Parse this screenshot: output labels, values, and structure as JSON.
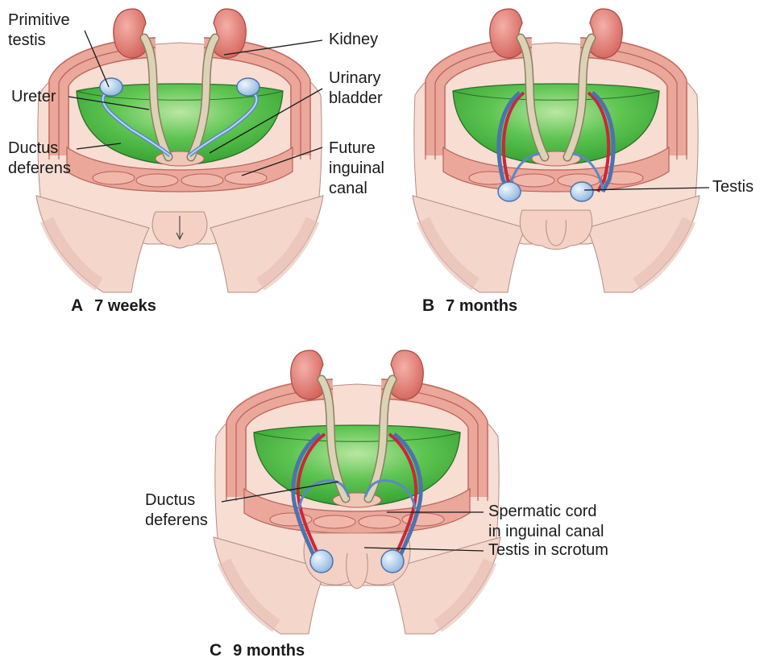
{
  "panels": [
    {
      "letter": "A",
      "caption": "7 weeks"
    },
    {
      "letter": "B",
      "caption": "7 months"
    },
    {
      "letter": "C",
      "caption": "9 months"
    }
  ],
  "labels": {
    "primitive_testis": "Primitive\ntestis",
    "ureter": "Ureter",
    "ductus_deferens_a": "Ductus\ndeferens",
    "kidney": "Kidney",
    "urinary_bladder": "Urinary\nbladder",
    "future_inguinal_canal": "Future\ninguinal\ncanal",
    "testis": "Testis",
    "ductus_deferens_c": "Ductus\ndeferens",
    "spermatic_cord": "Spermatic cord\nin inguinal canal",
    "testis_in_scrotum": "Testis in scrotum"
  },
  "colors": {
    "skin": "#f7ddd2",
    "wall": "#eaa79a",
    "wall_stroke": "#b8625a",
    "kidney": "#e9837a",
    "ureter": "#dcd3b6",
    "cavity": "#3fb13a",
    "cavity_light": "#a6df8c",
    "testis": "#b8d5ef",
    "duct": "#5b88c6",
    "artery": "#c8283a",
    "line": "#1a1a1a"
  }
}
